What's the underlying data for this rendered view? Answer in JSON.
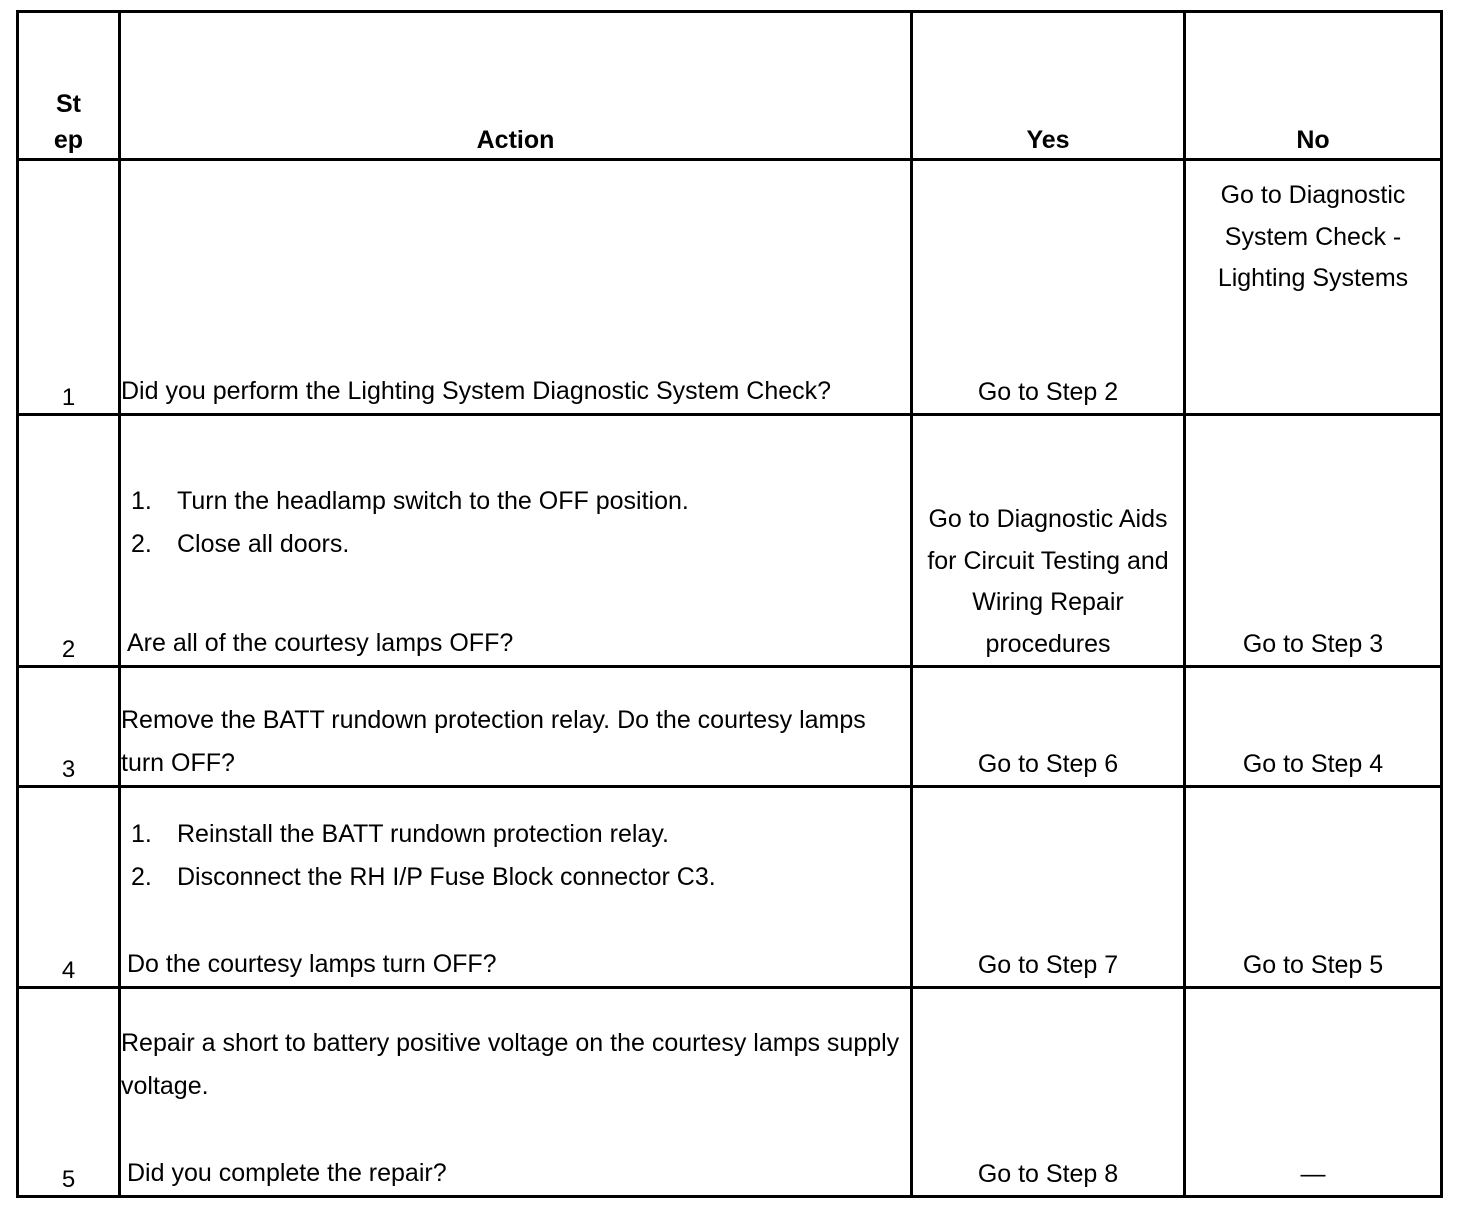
{
  "table": {
    "headers": {
      "step_line1": "St",
      "step_line2": "ep",
      "action": "Action",
      "yes": "Yes",
      "no": "No"
    },
    "rows": [
      {
        "step": "1",
        "action": {
          "type": "paragraph",
          "text": "Did you perform the Lighting System Diagnostic System Check?"
        },
        "yes": "Go to Step 2",
        "no": "Go to Diagnostic System Check - Lighting Systems",
        "no_align": "top"
      },
      {
        "step": "2",
        "action": {
          "type": "list",
          "items": [
            {
              "marker": "1.",
              "text": "Turn the headlamp switch to the OFF position."
            },
            {
              "marker": "2.",
              "text": "Close all doors."
            }
          ],
          "question": "Are all of the courtesy lamps OFF?"
        },
        "yes": "Go to Diagnostic Aids for Circuit Testing and Wiring Repair procedures",
        "no": "Go to Step 3"
      },
      {
        "step": "3",
        "action": {
          "type": "paragraph",
          "text": "Remove the BATT rundown protection relay. Do the courtesy lamps turn OFF?"
        },
        "yes": "Go to Step 6",
        "no": "Go to Step 4"
      },
      {
        "step": "4",
        "action": {
          "type": "list",
          "items": [
            {
              "marker": "1.",
              "text": "Reinstall the BATT rundown protection relay."
            },
            {
              "marker": "2.",
              "text": "Disconnect the RH I/P Fuse Block connector C3."
            }
          ],
          "question": "Do the courtesy lamps turn OFF?"
        },
        "yes": "Go to Step 7",
        "no": "Go to Step 5"
      },
      {
        "step": "5",
        "action": {
          "type": "paragraph-question",
          "text": "Repair a short to battery positive voltage on the courtesy lamps supply voltage.",
          "question": "Did you complete the repair?"
        },
        "yes": "Go to Step 8",
        "no": "—"
      }
    ]
  },
  "colors": {
    "border": "#000000",
    "text": "#000000",
    "background": "#ffffff"
  }
}
